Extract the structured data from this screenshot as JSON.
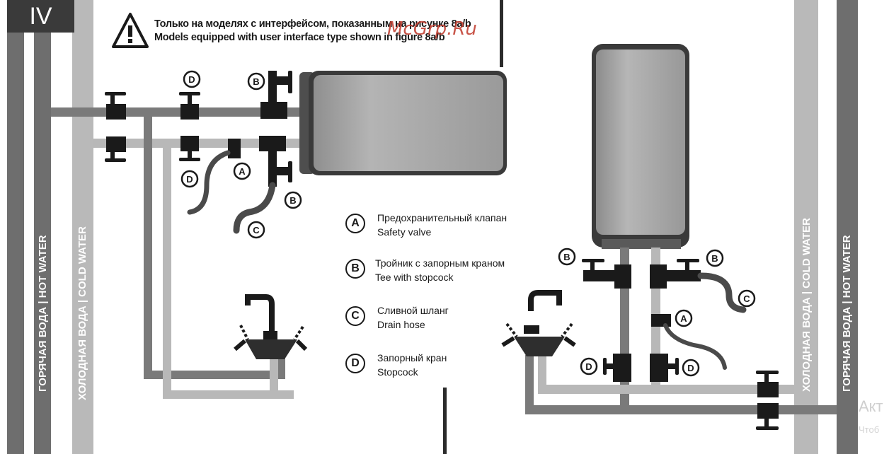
{
  "section": {
    "number": "IV"
  },
  "warning": {
    "line_ru": "Только на моделях с интерфейсом, показанным на рисунке 8a/b",
    "line_en": "Models equipped with user interface type shown in figure 8a/b"
  },
  "watermark": "McGrp.Ru",
  "left_labels": {
    "hot": "ГОРЯЧАЯ ВОДА | HOT WATER",
    "cold": "ХОЛОДНАЯ ВОДА | COLD WATER"
  },
  "right_labels": {
    "cold": "ХОЛОДНАЯ ВОДА | COLD WATER",
    "hot": "ГОРЯЧАЯ ВОДА | HOT WATER"
  },
  "tags": {
    "a": "A",
    "b": "B",
    "c": "C",
    "d": "D"
  },
  "legend": [
    {
      "letter": "A",
      "ru": "Предохранительный клапан",
      "en": "Safety valve"
    },
    {
      "letter": "B",
      "ru": "Тройник с запорным краном",
      "en": "Tee with stopcock"
    },
    {
      "letter": "C",
      "ru": "Сливной шланг",
      "en": "Drain hose"
    },
    {
      "letter": "D",
      "ru": "Запорный кран",
      "en": "Stopcock"
    }
  ],
  "overlay": {
    "title": "Акт",
    "subtitle": "Чтоб"
  },
  "colors": {
    "hot_pipe": "#7a7a7a",
    "cold_pipe": "#b8b8b8",
    "wall_dark": "#6e6e6e",
    "wall_light": "#b9b9b9",
    "tank_body": "#a9a9a9",
    "dark": "#1a1a1a"
  }
}
